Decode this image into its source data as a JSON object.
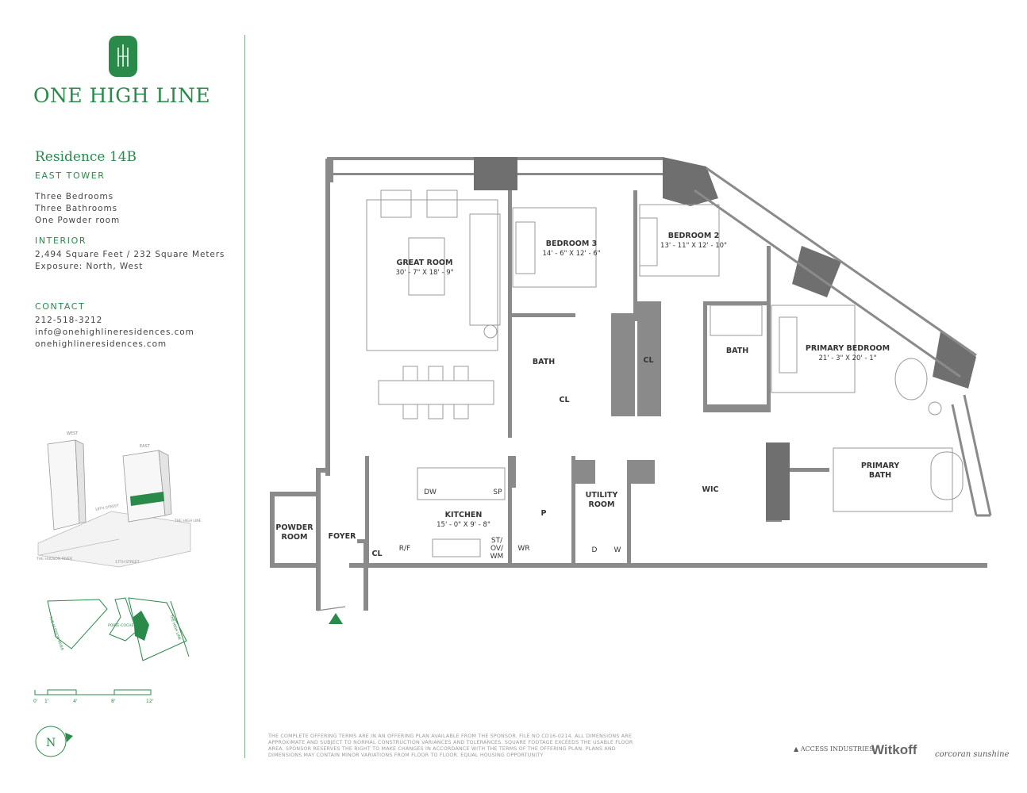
{
  "brand": {
    "name": "ONE HIGH LINE",
    "colors": {
      "accent": "#2a8a4a",
      "wall": "#8a8a8a",
      "dark_wall": "#555555"
    }
  },
  "residence": {
    "title": "Residence 14B",
    "tower": "EAST TOWER",
    "features": [
      "Three Bedrooms",
      "Three Bathrooms",
      "One Powder room"
    ],
    "interior_heading": "INTERIOR",
    "area": "2,494 Square Feet / 232 Square Meters",
    "exposure": "Exposure: North, West",
    "contact_heading": "CONTACT",
    "phone": "212-518-3212",
    "email": "info@onehighlineresidences.com",
    "website": "onehighlineresidences.com"
  },
  "rooms": {
    "great_room": {
      "name": "GREAT ROOM",
      "dims": "30' - 7\" X 18' - 9\""
    },
    "bedroom3": {
      "name": "BEDROOM 3",
      "dims": "14' - 6\" X 12' - 6\""
    },
    "bedroom2": {
      "name": "BEDROOM 2",
      "dims": "13' - 11\" X 12' - 10\""
    },
    "primary_bedroom": {
      "name": "PRIMARY BEDROOM",
      "dims": "21' - 3\" X 20' - 1\""
    },
    "kitchen": {
      "name": "KITCHEN",
      "dims": "15' - 0\" X 9' - 8\""
    },
    "bath1": "BATH",
    "bath2": "BATH",
    "primary_bath": "PRIMARY BATH",
    "closet1": "CL",
    "closet2": "CL",
    "closet3": "CL",
    "wic": "WIC",
    "utility": "UTILITY ROOM",
    "powder": "POWDER ROOM",
    "foyer": "FOYER",
    "pantry": "P",
    "dw": "DW",
    "sp": "SP",
    "rf": "R/F",
    "st": "ST/ OV/ WM",
    "wr": "WR",
    "d": "D",
    "w": "W"
  },
  "key_map": {
    "west": "WEST",
    "east": "EAST",
    "street1": "18TH STREET",
    "street2": "17TH STREET",
    "high_line": "THE HIGH LINE",
    "river": "THE HUDSON RIVER"
  },
  "site_map": {
    "river": "THE HUDSON RIVER",
    "porte": "PORTE-COCHERE",
    "high_line": "THE HIGH LINE"
  },
  "scale_labels": [
    "0'",
    "1'",
    "4'",
    "8'",
    "12'"
  ],
  "north": "N",
  "disclaimer": "THE COMPLETE OFFERING TERMS ARE IN AN OFFERING PLAN AVAILABLE FROM THE SPONSOR. FILE NO CD16-0214. ALL DIMENSIONS ARE APPROXIMATE AND SUBJECT TO NORMAL CONSTRUCTION VARIANCES AND TOLERANCES. SQUARE FOOTAGE EXCEEDS THE USABLE FLOOR AREA. SPONSOR RESERVES THE RIGHT TO MAKE CHANGES IN ACCORDANCE WITH THE TERMS OF THE OFFERING PLAN. PLANS AND DIMENSIONS MAY CONTAIN MINOR VARIATIONS FROM FLOOR TO FLOOR. EQUAL HOUSING OPPORTUNITY",
  "partners": {
    "access": "ACCESS INDUSTRIES",
    "witkoff": "Witkoff",
    "corcoran": "corcoran sunshine"
  }
}
